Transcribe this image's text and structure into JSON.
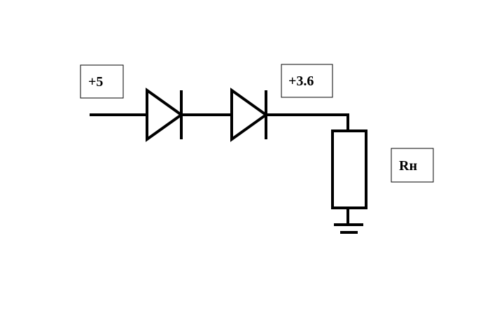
{
  "labels": {
    "input_voltage": "+5",
    "output_voltage": "+3.6",
    "load_resistor": "Rн"
  },
  "colors": {
    "stroke": "#000000",
    "background": "#ffffff"
  },
  "components": [
    "diode",
    "diode",
    "resistor",
    "ground"
  ]
}
